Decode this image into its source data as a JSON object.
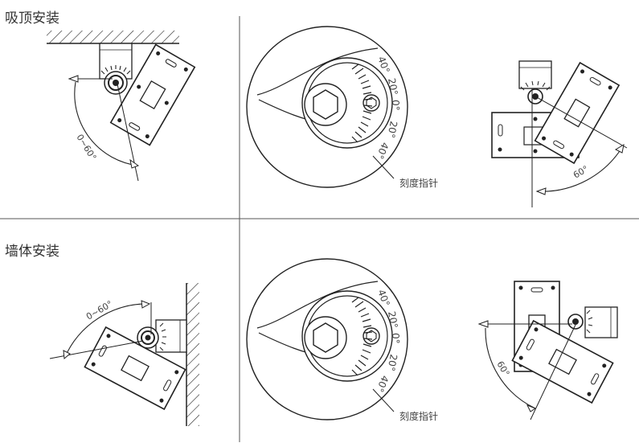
{
  "sections": {
    "ceiling": {
      "title": "吸顶安装"
    },
    "wall": {
      "title": "墙体安装"
    }
  },
  "labels": {
    "angle_range": "0~60°",
    "angle_max": "60°",
    "pointer": "刻度指针"
  },
  "scale_ticks": [
    "40°",
    "20°",
    "0°",
    "20°",
    "40°"
  ],
  "colors": {
    "line": "#222222",
    "divider": "#555555"
  }
}
